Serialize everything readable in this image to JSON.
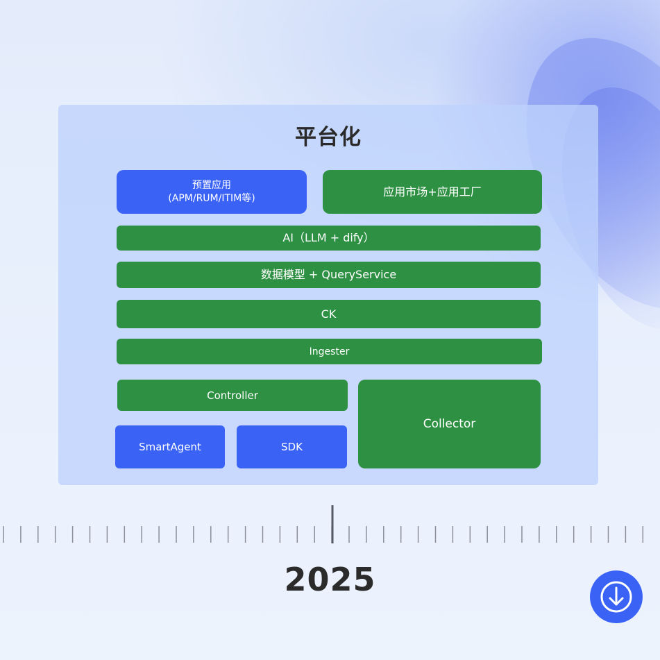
{
  "diagram": {
    "title": "平台化",
    "blocks": {
      "preset_apps_line1": "预置应用",
      "preset_apps_line2": "(APM/RUM/ITIM等)",
      "app_market": "应用市场+应用工厂",
      "ai": "AI（LLM + dify）",
      "data_model": "数据模型 +  QueryService",
      "ck": "CK",
      "ingester": "Ingester",
      "controller": "Controller",
      "collector": "Collector",
      "smartagent": "SmartAgent",
      "sdk": "SDK"
    }
  },
  "timeline": {
    "year": "2025"
  },
  "colors": {
    "green": "#2e9043",
    "blue": "#3a63f6",
    "panel": "#bed2fc"
  },
  "icons": {
    "download": "download-arrow-circle-icon"
  }
}
